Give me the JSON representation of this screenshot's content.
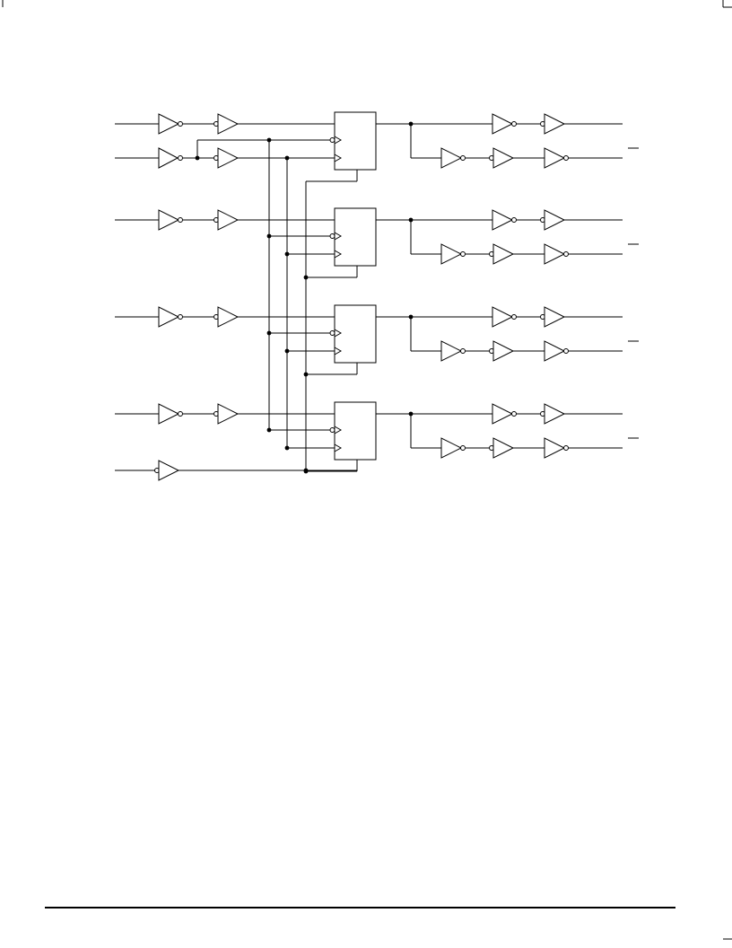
{
  "diagram": {
    "kind": "logic-schematic",
    "stages": 4,
    "stage_inputs_per_latch": 1,
    "outputs_per_stage": 2,
    "overbar_marks": 4,
    "colors": {
      "line": "#000000",
      "background": "#ffffff"
    }
  }
}
